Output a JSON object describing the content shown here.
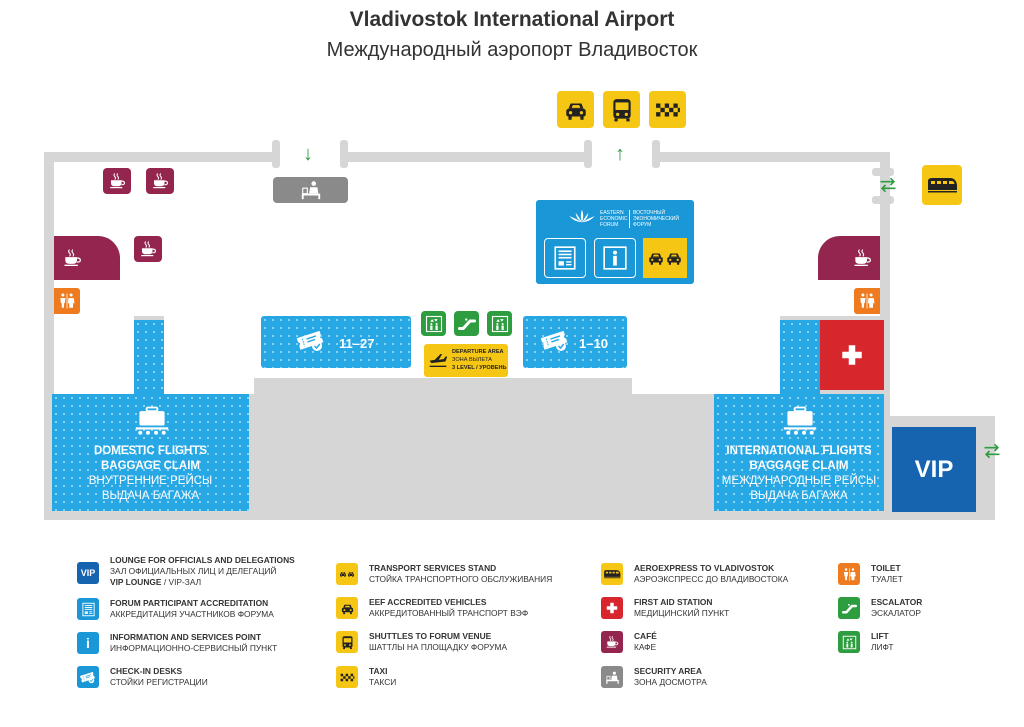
{
  "header": {
    "title": "Vladivostok International Airport",
    "subtitle": "Международный аэропорт Владивосток"
  },
  "map": {
    "gates_a": "11–27",
    "gates_b": "1–10",
    "departure": {
      "line1": "DEPARTURE AREA",
      "line2": "ЗОНА ВЫЛЕТА",
      "line3": "3 LEVEL / УРОВЕНЬ"
    },
    "domestic": {
      "line1": "DOMESTIC FLIGHTS",
      "line2": "BAGGAGE CLAIM",
      "line3": "ВНУТРЕННИЕ РЕЙСЫ",
      "line4": "ВЫДАЧА БАГАЖА"
    },
    "international": {
      "line1": "INTERNATIONAL FLIGHTS",
      "line2": "BAGGAGE CLAIM",
      "line3": "МЕЖДУНАРОДНЫЕ РЕЙСЫ",
      "line4": "ВЫДАЧА БАГАЖА"
    },
    "vip": "VIP",
    "forum": {
      "en1": "EASTERN",
      "en2": "ECONOMIC",
      "en3": "FORUM",
      "ru1": "ВОСТОЧНЫЙ",
      "ru2": "ЭКОНОМИЧЕСКИЙ",
      "ru3": "ФОРУМ"
    }
  },
  "legend": {
    "vip": {
      "badge": "VIP",
      "t1": "LOUNGE FOR OFFICIALS AND DELEGATIONS",
      "t2": "ЗАЛ ОФИЦИАЛЬНЫХ ЛИЦ И ДЕЛЕГАЦИЙ",
      "t3": "VIP LOUNGE",
      "t4": " / VIP-ЗАЛ"
    },
    "accreditation": {
      "t1": "FORUM PARTICIPANT ACCREDITATION",
      "t2": "АККРЕДИТАЦИЯ УЧАСТНИКОВ ФОРУМА"
    },
    "info": {
      "badge": "i",
      "t1": "INFORMATION AND SERVICES POINT",
      "t2": "ИНФОРМАЦИОННО-СЕРВИСНЫЙ ПУНКТ"
    },
    "checkin": {
      "t1": "CHECK-IN DESKS",
      "t2": "СТОЙКИ РЕГИСТРАЦИИ"
    },
    "transport": {
      "t1": "TRANSPORT SERVICES STAND",
      "t2": "СТОЙКА ТРАНСПОРТНОГО ОБСЛУЖИВАНИЯ"
    },
    "eef": {
      "t1": "EEF ACCREDITED VEHICLES",
      "t2": "АККРЕДИТОВАННЫЙ ТРАНСПОРТ ВЭФ"
    },
    "shuttles": {
      "t1": "SHUTTLES TO FORUM VENUE",
      "t2": "ШАТТЛЫ НА ПЛОЩАДКУ ФОРУМА"
    },
    "taxi": {
      "t1": "TAXI",
      "t2": "ТАКСИ"
    },
    "aeroexpress": {
      "t1": "AEROEXPRESS TO VLADIVOSTOK",
      "t2": "АЭРОЭКСПРЕСС ДО ВЛАДИВОСТОКА"
    },
    "firstaid": {
      "t1": "FIRST AID STATION",
      "t2": "МЕДИЦИНСКИЙ ПУНКТ"
    },
    "cafe": {
      "t1": "CAFÉ",
      "t2": "КАФЕ"
    },
    "security": {
      "t1": "SECURITY AREA",
      "t2": "ЗОНА ДОСМОТРА"
    },
    "toilet": {
      "t1": "TOILET",
      "t2": "ТУАЛЕТ"
    },
    "escalator": {
      "t1": "ESCALATOR",
      "t2": "ЭСКАЛАТОР"
    },
    "lift": {
      "t1": "LIFT",
      "t2": "ЛИФТ"
    }
  },
  "colors": {
    "yellow": "#f6c614",
    "purple": "#93254e",
    "orange": "#ee7b1f",
    "green": "#2e9d3f",
    "blue": "#1a97d6",
    "red": "#d7262c",
    "grey": "#8a8a8a",
    "vip_blue": "#1663b0"
  }
}
